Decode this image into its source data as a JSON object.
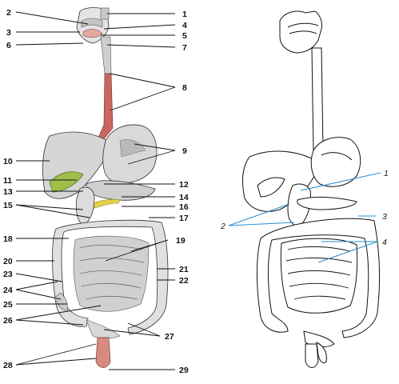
{
  "left_figure": {
    "labels": [
      "1",
      "2",
      "3",
      "4",
      "5",
      "6",
      "7",
      "8",
      "9",
      "10",
      "11",
      "12",
      "13",
      "14",
      "15",
      "16",
      "17",
      "18",
      "19",
      "20",
      "21",
      "22",
      "23",
      "24",
      "25",
      "26",
      "27",
      "28",
      "29"
    ]
  },
  "right_figure": {
    "labels": [
      "1",
      "2",
      "3",
      "4"
    ]
  },
  "colors": {
    "organ_fill": "#d9d9d9",
    "organ_shade": "#b9b9b9",
    "esophagus": "#c9675f",
    "rectum": "#d98a7e",
    "gallbladder": "#9fbf4a",
    "pancreatic_duct": "#e3d14a",
    "leader_left": "#111111",
    "leader_right": "#2a8fd4"
  }
}
